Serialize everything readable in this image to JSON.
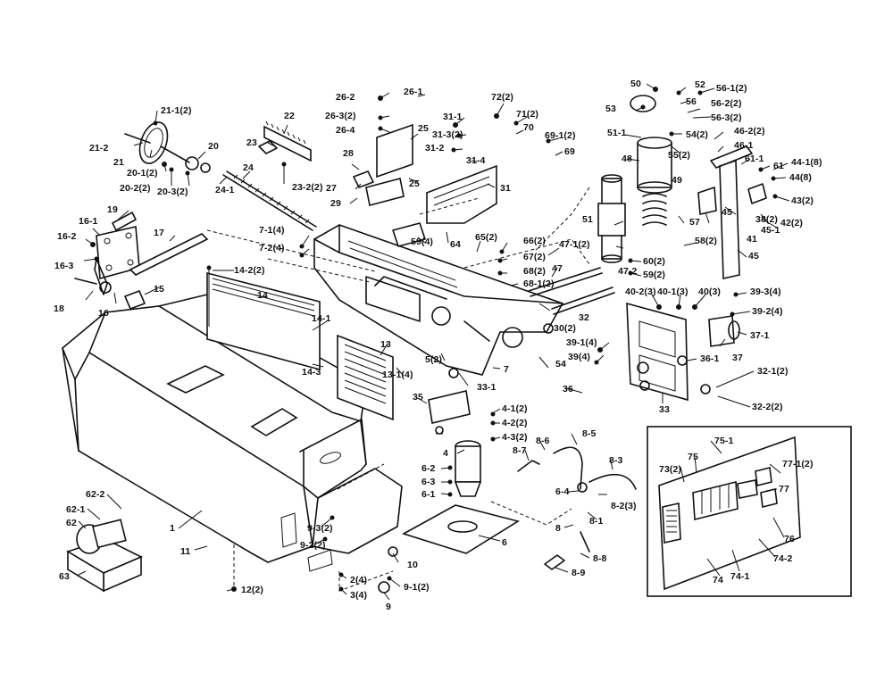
{
  "part_labels": [
    "21-1(2)",
    "21-2",
    "21",
    "20",
    "20-1(2)",
    "20-2(2)",
    "20-3(2)",
    "22",
    "23",
    "23-2(2)",
    "24",
    "24-1",
    "19",
    "16-1",
    "16-2",
    "16-3",
    "17",
    "18",
    "16",
    "15",
    "14-2(2)",
    "14",
    "14-1",
    "14-3",
    "7-1(4)",
    "7-2(4)",
    "13",
    "13-1(4)",
    "5(2)",
    "26-2",
    "26-1",
    "26-3(2)",
    "26-4",
    "28",
    "27",
    "29",
    "25",
    "25",
    "31-1",
    "31-3(2)",
    "31-2",
    "31-4",
    "31",
    "59(4)",
    "64",
    "65(2)",
    "72(2)",
    "71(2)",
    "70",
    "69-1(2)",
    "69",
    "66(2)",
    "67(2)",
    "68(2)",
    "68-1(2)",
    "47-1(2)",
    "47",
    "47-2",
    "32",
    "30(2)",
    "54",
    "7",
    "33-1",
    "50",
    "52",
    "56-1(2)",
    "53",
    "56",
    "56-2(2)",
    "56-3(2)",
    "51-1",
    "54(2)",
    "55(2)",
    "48",
    "49",
    "51",
    "46-2(2)",
    "46-1",
    "61-1",
    "61",
    "44-1(8)",
    "44(8)",
    "43(2)",
    "38(2)",
    "42(2)",
    "45-1",
    "45",
    "57",
    "58(2)",
    "41",
    "45",
    "60(2)",
    "59(2)",
    "40-2(3)",
    "40-1(3)",
    "40(3)",
    "39-3(4)",
    "39-2(4)",
    "37-1",
    "37",
    "39-1(4)",
    "39(4)",
    "36-1",
    "36",
    "33",
    "32-1(2)",
    "32-2(2)",
    "35",
    "4-1(2)",
    "4-2(2)",
    "4-3(2)",
    "4",
    "8-5",
    "8-6",
    "8-7",
    "8-3",
    "6-2",
    "6-3",
    "6-1",
    "6-4",
    "8",
    "8-1",
    "8-2(3)",
    "6",
    "8-8",
    "8-9",
    "62-2",
    "62-1",
    "62",
    "63",
    "1",
    "11",
    "9-3(2)",
    "9-2(2)",
    "10",
    "2(4)",
    "3(4)",
    "9-1(2)",
    "12(2)",
    "9",
    "75-1",
    "73(2)",
    "75",
    "77-1(2)",
    "77",
    "76",
    "74-1",
    "74-2",
    "74"
  ]
}
